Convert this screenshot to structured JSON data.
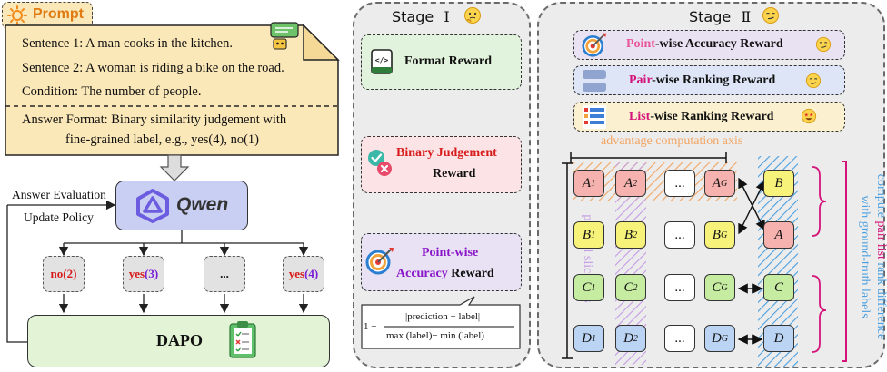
{
  "prompt": {
    "title": "Prompt",
    "sentence1": "Sentence 1: A man cooks in the kitchen.",
    "sentence2": "Sentence 2: A woman is riding a bike on the road.",
    "condition": "Condition: The number of people.",
    "format_line1": "Answer Format: Binary similarity judgement with",
    "format_line2": "fine-grained label, e.g., yes(4), no(1)"
  },
  "left": {
    "answer_evaluation": "Answer Evaluation",
    "update_policy": "Update Policy",
    "model_name": "Qwen",
    "outputs": [
      {
        "word": "no",
        "num": "(2)",
        "word_color": "#d81b1b",
        "num_color": "#d81b1b"
      },
      {
        "word": "yes",
        "num": "(3)",
        "word_color": "#d81b1b",
        "num_color": "#7b1fd6"
      },
      {
        "word": "...",
        "num": "",
        "word_color": "#111111",
        "num_color": "#111111"
      },
      {
        "word": "yes",
        "num": "(4)",
        "word_color": "#d81b1b",
        "num_color": "#7b1fd6"
      }
    ],
    "dapo": "DAPO"
  },
  "stage1": {
    "title": "Stage",
    "numeral": "Ⅰ",
    "rewards": [
      {
        "label": "Format Reward"
      },
      {
        "label_a": "Binary Judgement",
        "label_b": "Reward"
      },
      {
        "label_a": "Point-wise",
        "label_b": "Accuracy",
        "label_c": "Reward"
      }
    ],
    "formula": {
      "lead": "1 −",
      "numerator": "|prediction − label|",
      "denominator": "max (label)− min (label)"
    }
  },
  "stage2": {
    "title": "Stage",
    "numeral": "Ⅱ",
    "rewards": [
      {
        "colored": "Point",
        "rest": "-wise Accuracy Reward",
        "color": "#e8559a",
        "bg": "#e9e2f2"
      },
      {
        "colored": "Pair",
        "rest": "-wise Ranking Reward",
        "color": "#d4147a",
        "bg": "#dde5f7"
      },
      {
        "colored": "List",
        "rest": "-wise Ranking Reward",
        "color": "#d4147a",
        "bg": "#fbf0cf"
      }
    ],
    "advantage_axis": "advantage computation axis",
    "parallel_axis": "parallel slice axis",
    "rank_label_1_pre": "compute ",
    "rank_label_1_pair": "pair",
    "rank_label_1_list": " list",
    "rank_label_1_post": " rank difference",
    "rank_label_2": "with ground-truth labels",
    "ellipsis": "...",
    "rows": [
      {
        "letter": "A",
        "color": "#f5b2ae"
      },
      {
        "letter": "B",
        "color": "#f7f37a"
      },
      {
        "letter": "C",
        "color": "#c5eca0"
      },
      {
        "letter": "D",
        "color": "#bcd4f4"
      }
    ],
    "subs": [
      "1",
      "2",
      "G"
    ],
    "gt_order": [
      "B",
      "A",
      "C",
      "D"
    ],
    "gt_colors": [
      "#f7f37a",
      "#f5b2ae",
      "#c5eca0",
      "#bcd4f4"
    ]
  },
  "colors": {
    "orange_axis": "#f2a562",
    "purple_axis": "#c49be6",
    "blue_axis": "#4a9fe0",
    "magenta": "#d4147a",
    "prompt_bg": "#fbe8b8",
    "qwen_bg": "#c9cff3",
    "dapo_bg": "#e2f4d5"
  }
}
